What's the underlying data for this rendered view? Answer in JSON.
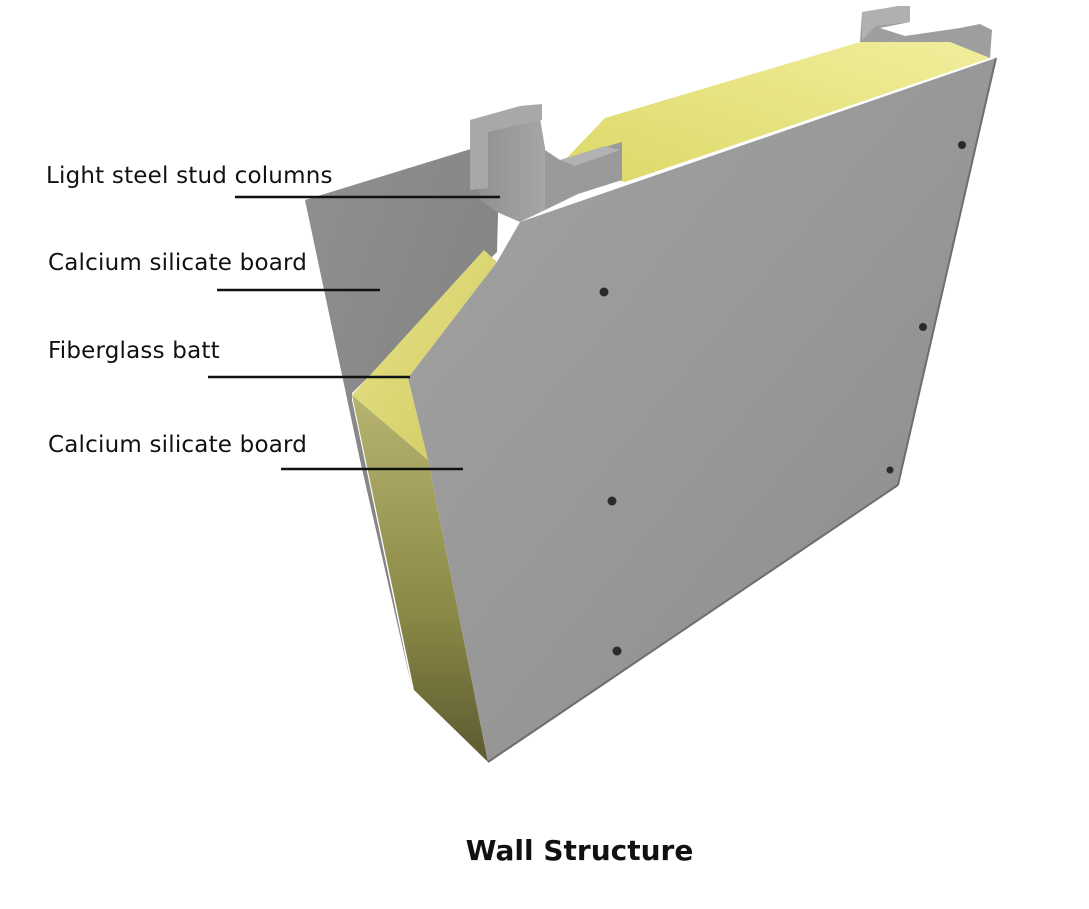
{
  "diagram": {
    "labels": [
      "Light steel stud columns",
      "Calcium silicate board",
      "Fiberglass batt",
      "Calcium silicate board"
    ],
    "caption": "Wall Structure"
  },
  "colors": {
    "concrete": "#9c9c9c",
    "concrete_dark": "#7b7b7b",
    "fiberglass": "#e3df7a",
    "fiberglass_dark": "#8c8a40",
    "leader_line": "#111111"
  }
}
